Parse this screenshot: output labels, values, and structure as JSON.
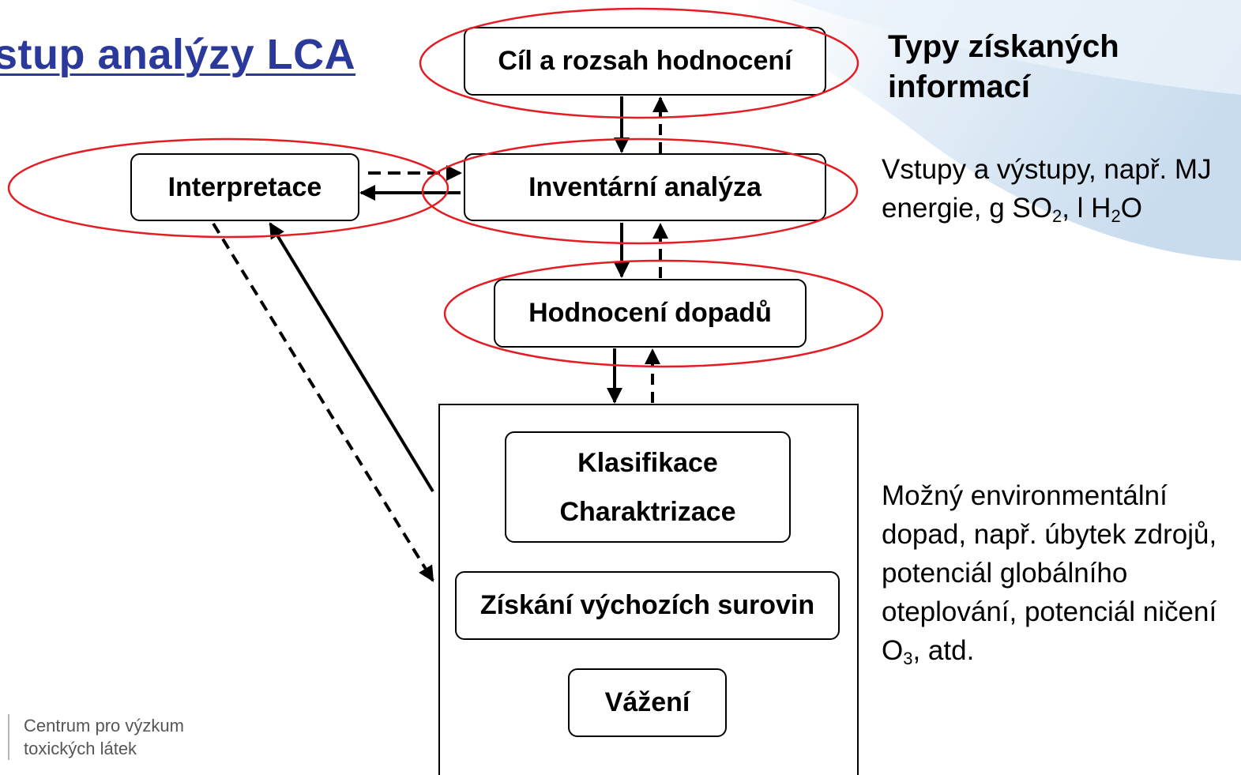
{
  "slide": {
    "title": "stup analýzy LCA",
    "accent_color": "#2b3a9a",
    "highlight_color": "#e41c23"
  },
  "diagram": {
    "goal_box": "Cíl a rozsah hodnocení",
    "inventory_box": "Inventární analýza",
    "interpretation_box": "Interpretace",
    "impact_box": "Hodnocení dopadů",
    "classification_box": [
      "Klasifikace",
      "Charaktrizace"
    ],
    "raw_materials_box": "Získání výchozích surovin",
    "weighting_box": "Vážení"
  },
  "info_panel": {
    "heading": "Typy získaných informací",
    "inventory_info": {
      "line1": "Vstupy a výstupy, např. MJ",
      "line2_a": "energie, g SO",
      "line2_sub1": "2",
      "line2_b": ", l H",
      "line2_sub2": "2",
      "line2_c": "O"
    },
    "impact_info": {
      "line1": "Možný environmentální",
      "line2": "dopad, např. úbytek zdrojů,",
      "line3": "potenciál globálního",
      "line4": "oteplování, potenciál ničení",
      "line5_a": "O",
      "line5_sub": "3",
      "line5_b": ", atd."
    }
  },
  "footer": {
    "logo_line1": "Centrum pro výzkum",
    "logo_line2": "toxických látek"
  }
}
